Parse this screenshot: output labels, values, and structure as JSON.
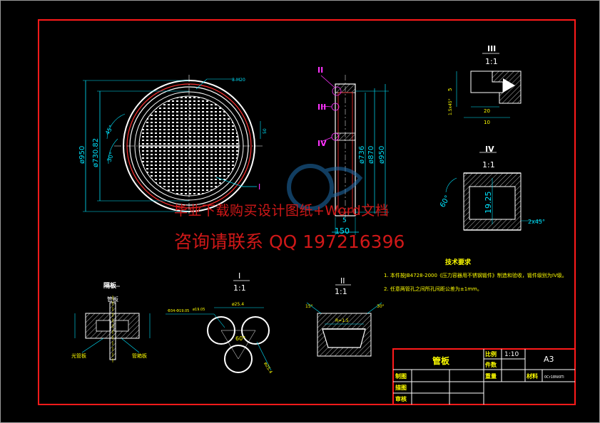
{
  "watermark": {
    "line1": "毕业下载购买设计图纸+Word文档",
    "line2": "咨询请联系 QQ 197216396"
  },
  "main_view": {
    "dim_outer": "ø950",
    "dim_inner": "ø730.82",
    "dim_a": "45°",
    "dim_b": "30°",
    "hole_note": "8-M20",
    "side_note": "50",
    "section_mark": "I"
  },
  "side_view": {
    "dims": [
      "ø736",
      "ø870",
      "ø950"
    ],
    "thickness": "150",
    "offset": "5",
    "callouts": [
      "II",
      "III",
      "IV"
    ]
  },
  "detail_III": {
    "title": "III",
    "scale": "1:1",
    "dims": [
      "5",
      "20",
      "1.5x45°",
      "10"
    ]
  },
  "detail_IV": {
    "title": "IV",
    "scale": "1:1",
    "dims": [
      "60°",
      "19.25",
      "2x45°"
    ]
  },
  "detail_I": {
    "title": "I",
    "scale": "1:1",
    "dims": [
      "ø25.4",
      "ø19.05",
      "60°",
      "ø25.4"
    ],
    "note": "Φ34-Φ19.05"
  },
  "detail_II": {
    "title": "II",
    "scale": "1:1",
    "dims": [
      "15°",
      "30°",
      "R=1.5"
    ]
  },
  "detail_left": {
    "title": "隔板",
    "labels": [
      "管板",
      "光管板",
      "管箱板"
    ]
  },
  "tech_requirements": {
    "heading": "技术要求",
    "items": [
      "1. 本件按JB4728-2000《压力容器用不锈钢锻件》制造和验收，锻件级别为IV级。",
      "2. 任意两管孔之间所孔间距公差为±1mm。"
    ]
  },
  "title_block": {
    "part_name": "管板",
    "scale_label": "比例",
    "scale_value": "1:10",
    "sheet_size": "A3",
    "qty_label": "件数",
    "weight_label": "重量",
    "material_label": "材料",
    "material_value": "0Cr18Ni9Ti",
    "rows": [
      "制图",
      "描图",
      "审核"
    ]
  },
  "colors": {
    "frame": "#ff1a1a",
    "drawing": "#ffffff",
    "annotation": "#ffff00",
    "dimension": "#00e5ff",
    "callout": "#ff33ff",
    "watermark": "#d01818"
  }
}
